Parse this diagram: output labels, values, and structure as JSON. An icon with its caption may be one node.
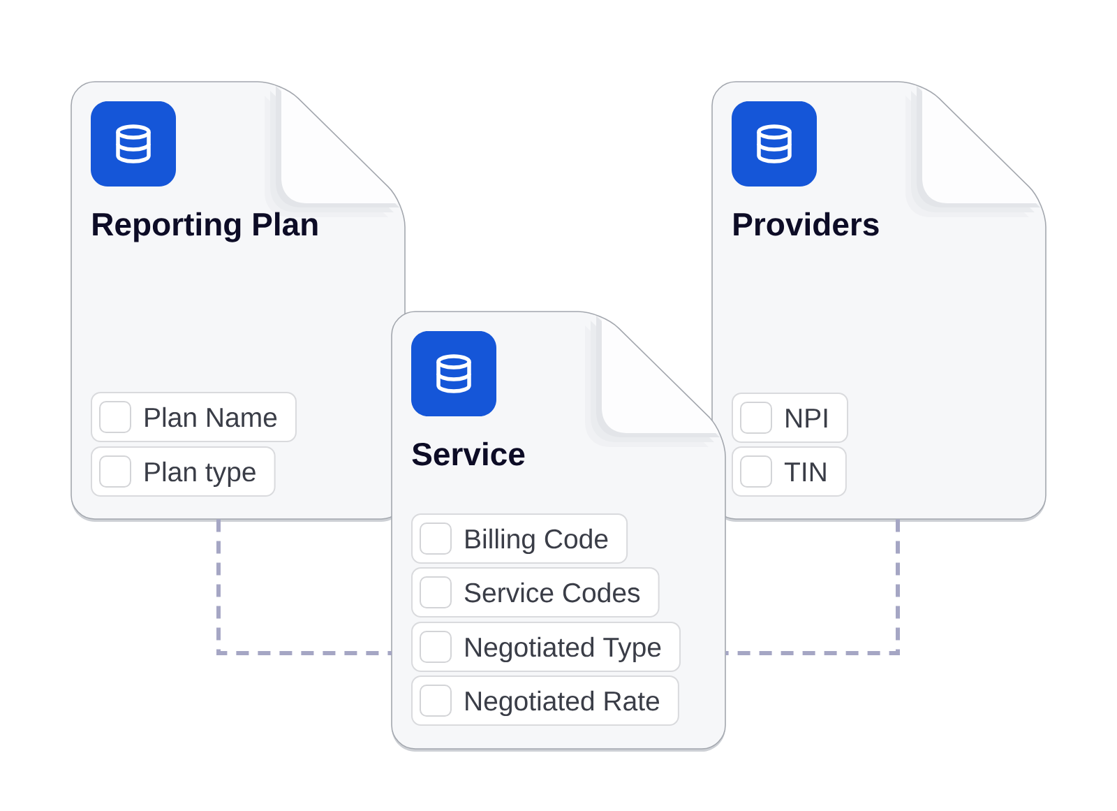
{
  "diagram": {
    "nodes": [
      {
        "text": [
          "Reporting Plan"
        ]
      },
      {
        "text": [
          "Plan Name"
        ],
        "in": 0
      },
      {
        "text": [
          "Plan type"
        ],
        "in": 0
      },
      {
        "text": [
          "Providers"
        ]
      },
      {
        "text": [
          "NPI"
        ],
        "in": 3
      },
      {
        "text": [
          "TIN"
        ],
        "in": 3
      },
      {
        "text": [
          "Service"
        ]
      },
      {
        "text": [
          "Billing Code"
        ],
        "in": 6
      },
      {
        "text": [
          "Service Codes"
        ],
        "in": 6
      },
      {
        "text": [
          "Negotiated Type"
        ],
        "in": 6
      },
      {
        "text": [
          "Negotiated Rate"
        ],
        "in": 6
      }
    ],
    "edges": [
      {
        "from": 0,
        "to": 6,
        "arrow": "none",
        "style": "dashed"
      },
      {
        "from": 3,
        "to": 6,
        "arrow": "none",
        "style": "dashed"
      }
    ]
  }
}
